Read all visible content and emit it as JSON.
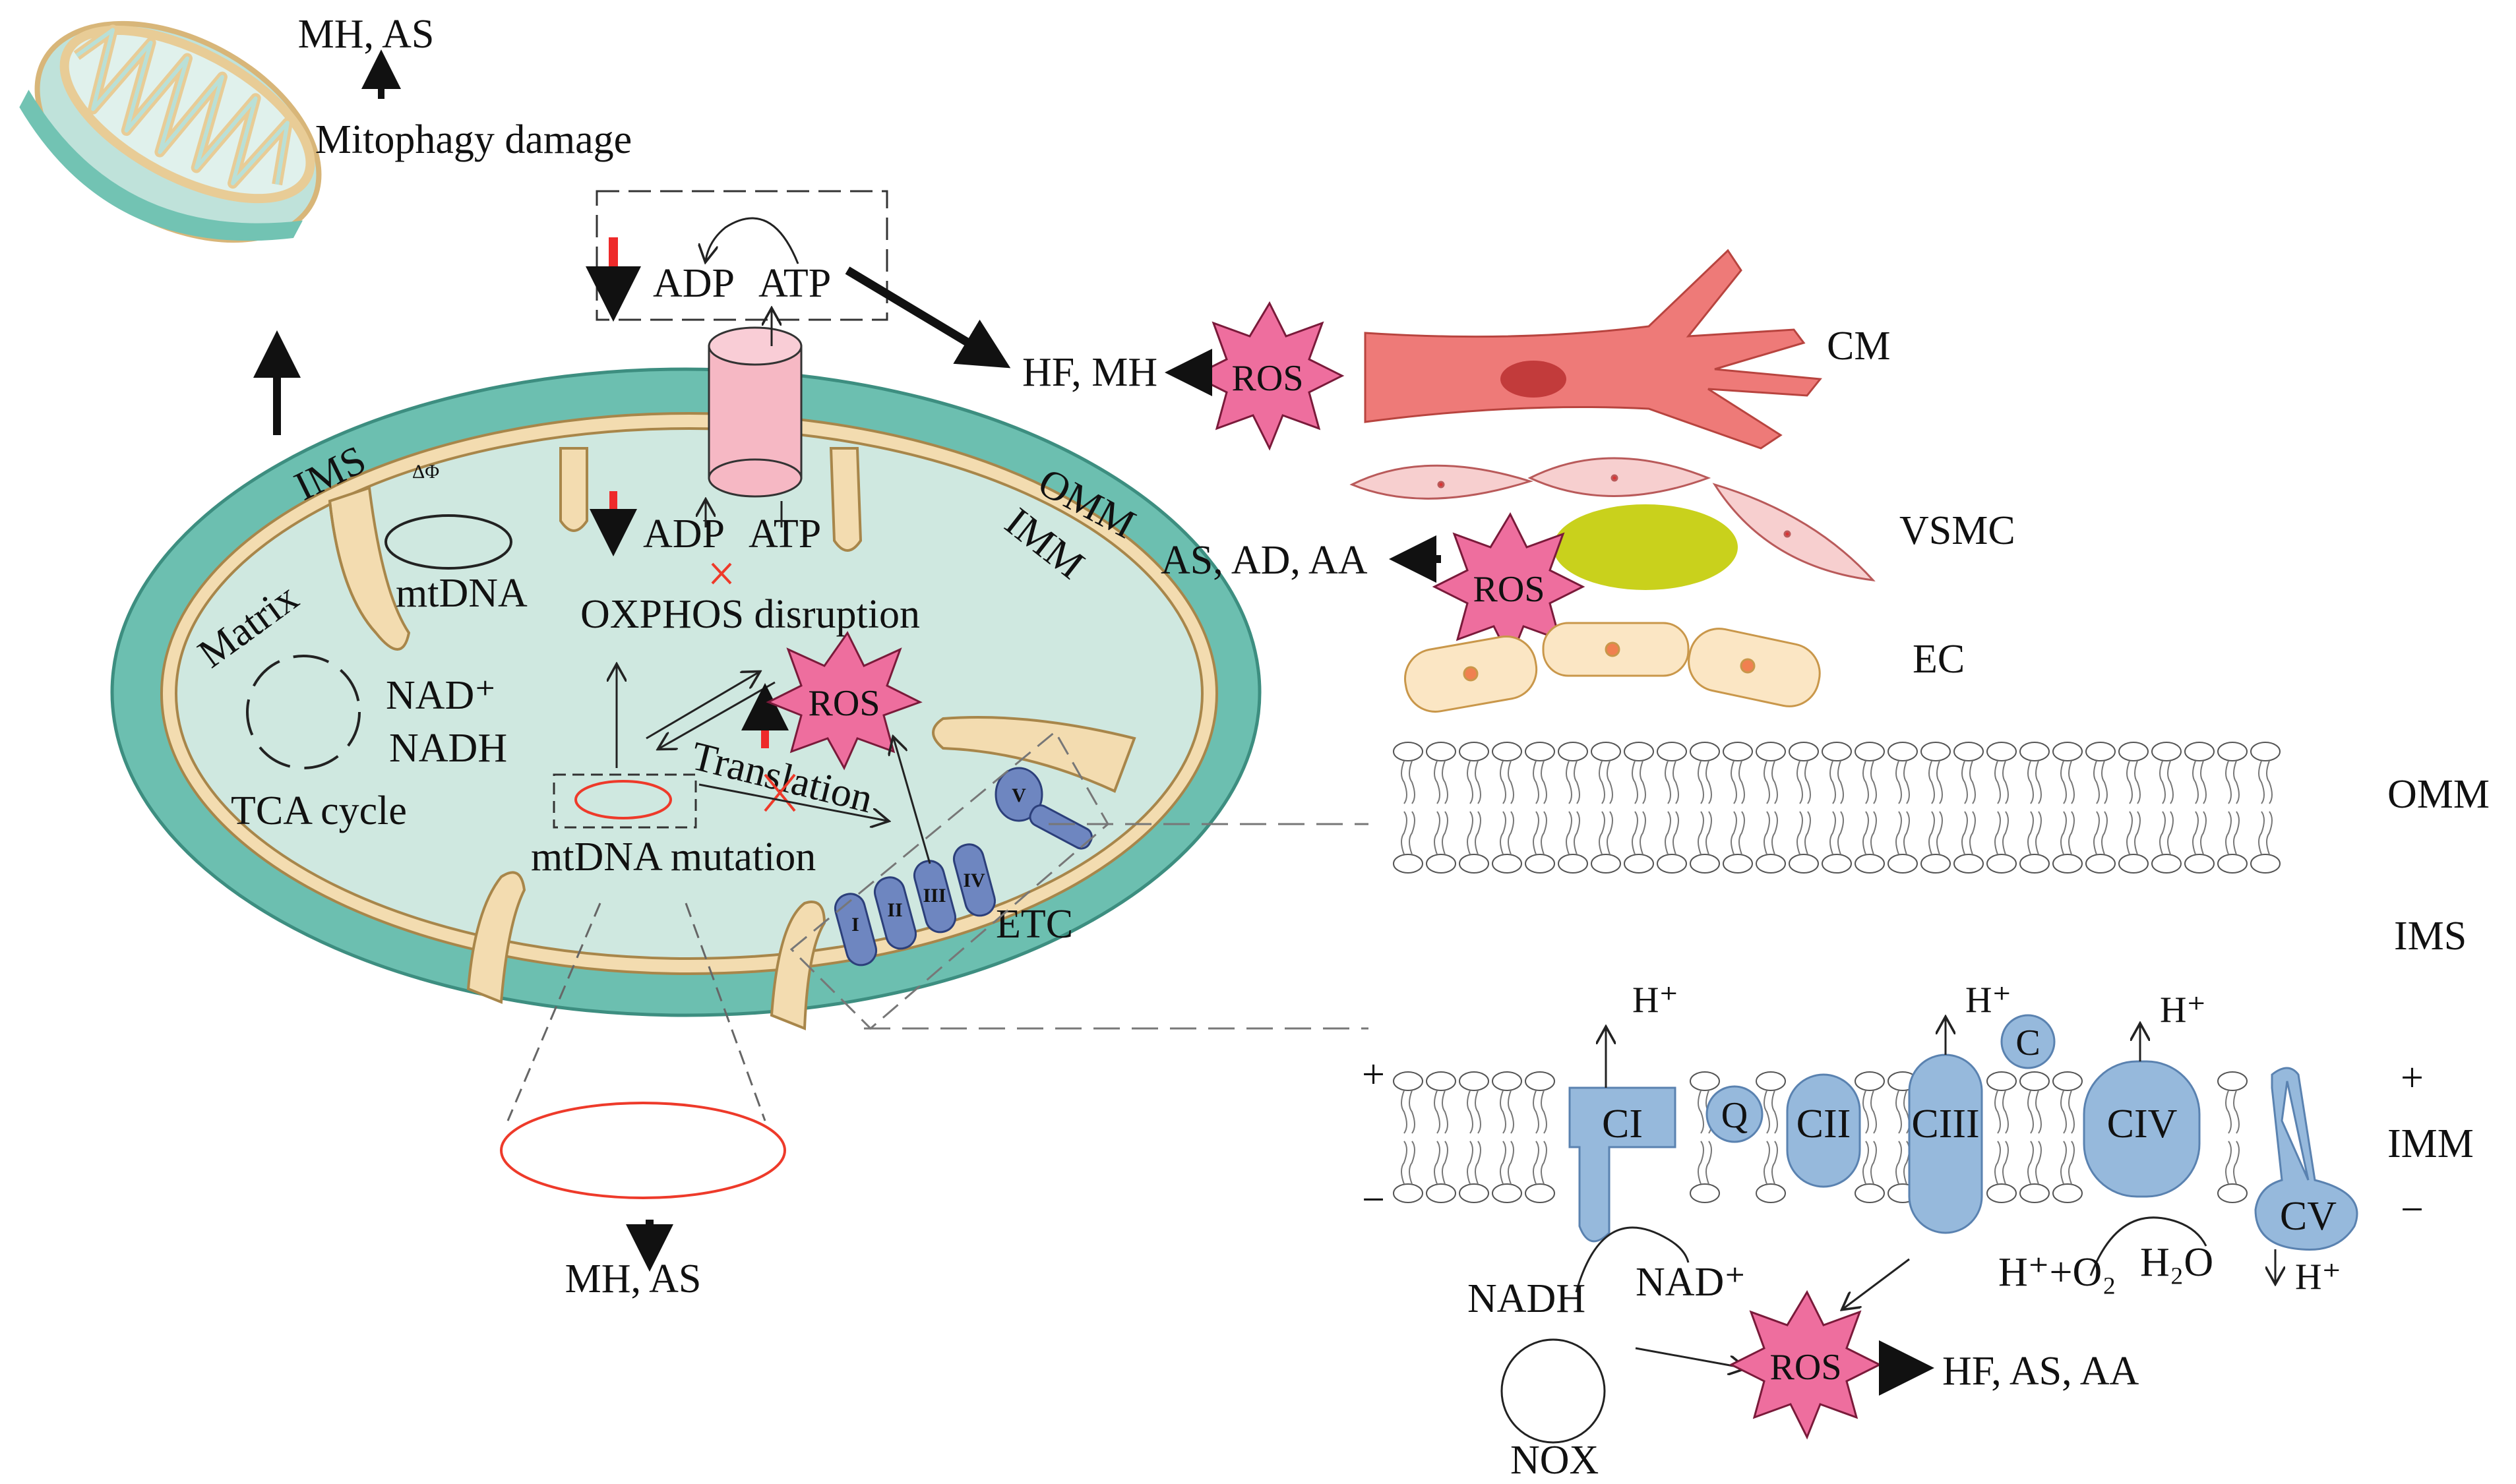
{
  "top_left": {
    "result": "MH, AS",
    "mitophagy": "Mitophagy damage"
  },
  "atp_box": {
    "adp": "ADP",
    "atp": "ATP"
  },
  "mito": {
    "ims": "IMS",
    "delta_phi": "ΔΦ",
    "mtdna": "mtDNA",
    "matrix": "Matrix",
    "nad": "NAD⁺",
    "nadh": "NADH",
    "tca": "TCA cycle",
    "adp": "ADP",
    "atp": "ATP",
    "oxphos": "OXPHOS disruption",
    "ros": "ROS",
    "translation": "Translation",
    "mutation": "mtDNA mutation",
    "etc": "ETC",
    "omm": "OMM",
    "imm": "IMM",
    "complexes": [
      "I",
      "II",
      "III",
      "IV",
      "V"
    ]
  },
  "bottom_left": {
    "result": "MH, AS"
  },
  "cells": {
    "hf_mh": "HF, MH",
    "ros1": "ROS",
    "cm": "CM",
    "vsmc": "VSMC",
    "as_ad_aa": "AS, AD, AA",
    "ros2": "ROS",
    "ec": "EC"
  },
  "membrane": {
    "omm": "OMM",
    "ims": "IMS",
    "imm": "IMM",
    "plus": "+",
    "minus": "−",
    "h_plus": "H⁺",
    "complexes": [
      "CI",
      "Q",
      "CII",
      "CIII",
      "C",
      "CIV",
      "CV"
    ],
    "nadh": "NADH",
    "nad": "NAD⁺",
    "nox": "NOX",
    "h_o2": "H⁺+O₂",
    "h2o": "H₂O",
    "ros": "ROS",
    "result": "HF, AS, AA"
  },
  "colors": {
    "mito_outer": "#6cbfb0",
    "mito_inner": "#cfe8e0",
    "membrane_band": "#f3dcb0",
    "ros": "#ee6e9e",
    "complex_blue": "#6e86c0",
    "mem_protein": "#96b9dc",
    "cm_red": "#ee7a78",
    "vsmc_pink": "#f7cfcf",
    "ec_cream": "#fbe6c4",
    "plaque": "#c9d11c",
    "red_arrow": "#ee2a2a"
  }
}
